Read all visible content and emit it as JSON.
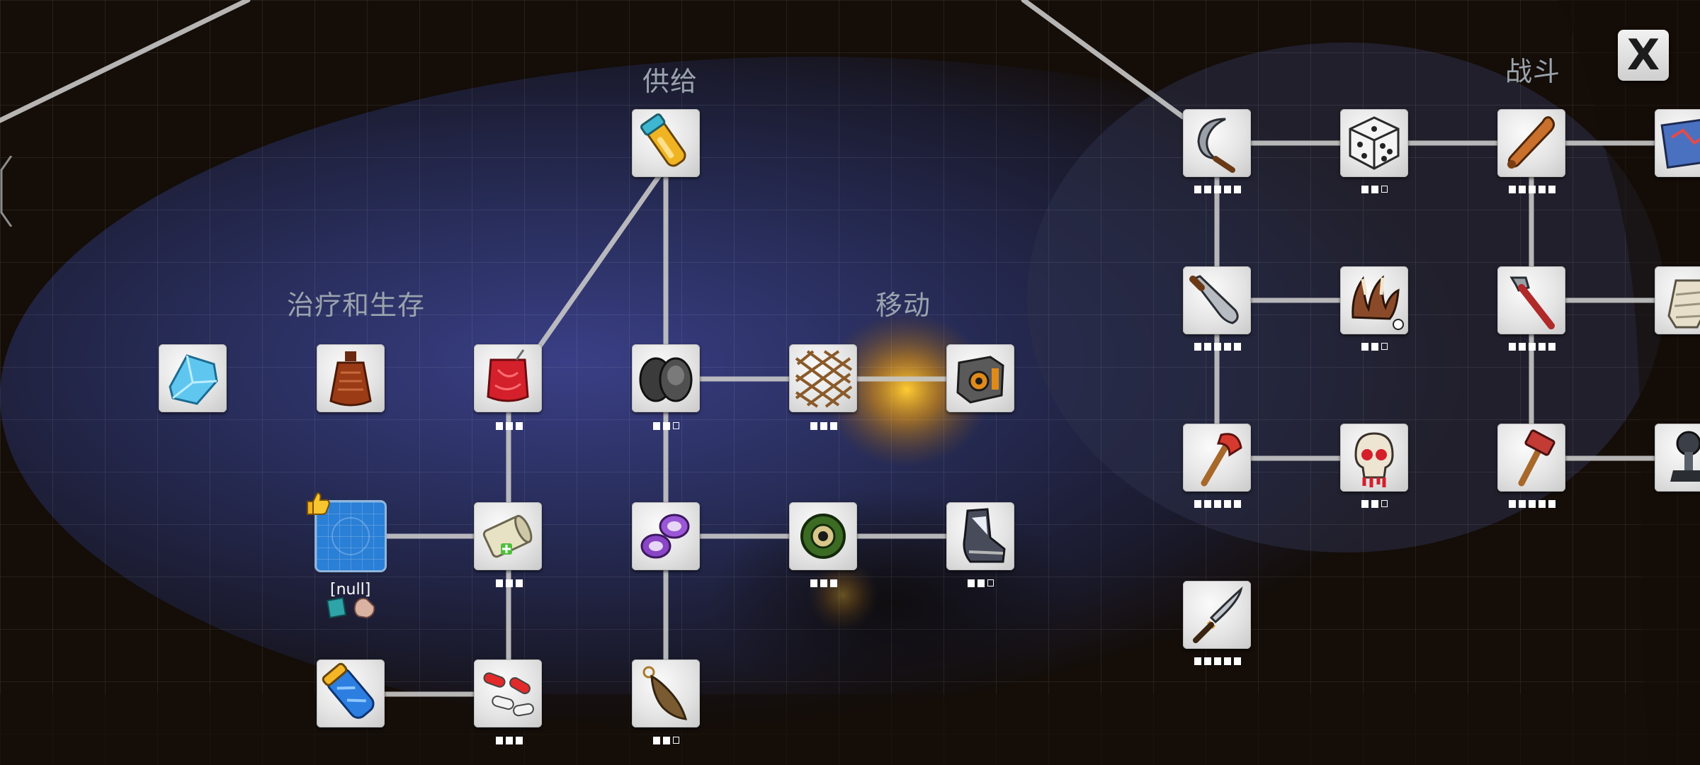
{
  "categories": {
    "supply": "供给",
    "healing": "治疗和生存",
    "movement": "移动",
    "combat": "战斗"
  },
  "close_label": "X",
  "selected_node_label": "[null]",
  "colors": {
    "background": "#140d08",
    "link": "#c8c8c8",
    "tile": "#e4e4e4",
    "selected": "#2a7fd6"
  },
  "nodes": [
    {
      "id": "pills-bottle",
      "icon": "pill-bottle-icon",
      "level": 0,
      "max": 0
    },
    {
      "id": "blue-crystal",
      "icon": "blue-crystal-icon",
      "level": 0,
      "max": 0
    },
    {
      "id": "hot-water-bottle",
      "icon": "hot-water-bottle-icon",
      "level": 0,
      "max": 0
    },
    {
      "id": "blood-bag",
      "icon": "blood-bag-icon",
      "level": 3,
      "max": 3
    },
    {
      "id": "knee-pads",
      "icon": "knee-pads-icon",
      "level": 2,
      "max": 3
    },
    {
      "id": "rope-net",
      "icon": "rope-net-icon",
      "level": 3,
      "max": 3
    },
    {
      "id": "speaker-box",
      "icon": "speaker-box-icon",
      "level": 0,
      "max": 0
    },
    {
      "id": "blueprint",
      "icon": "thumbs-up-icon",
      "level": 0,
      "max": 0
    },
    {
      "id": "bandage-roll",
      "icon": "bandage-roll-icon",
      "level": 3,
      "max": 3
    },
    {
      "id": "purple-cuffs",
      "icon": "cuffs-icon",
      "level": 0,
      "max": 0
    },
    {
      "id": "eye-wheel",
      "icon": "eye-wheel-icon",
      "level": 3,
      "max": 3
    },
    {
      "id": "boot",
      "icon": "boot-icon",
      "level": 2,
      "max": 3
    },
    {
      "id": "blue-canister",
      "icon": "blue-canister-icon",
      "level": 0,
      "max": 0
    },
    {
      "id": "capsules",
      "icon": "capsules-icon",
      "level": 3,
      "max": 3
    },
    {
      "id": "fur-tail",
      "icon": "fur-tail-icon",
      "level": 2,
      "max": 3
    },
    {
      "id": "sickle",
      "icon": "sickle-icon",
      "level": 5,
      "max": 5
    },
    {
      "id": "dice",
      "icon": "dice-icon",
      "level": 2,
      "max": 3
    },
    {
      "id": "baseball-bat",
      "icon": "bat-icon",
      "level": 5,
      "max": 5
    },
    {
      "id": "map-card",
      "icon": "map-icon",
      "level": 0,
      "max": 0
    },
    {
      "id": "machete",
      "icon": "machete-icon",
      "level": 5,
      "max": 5
    },
    {
      "id": "claw",
      "icon": "claw-icon",
      "level": 2,
      "max": 3
    },
    {
      "id": "pipe-wrench",
      "icon": "wrench-icon",
      "level": 5,
      "max": 5
    },
    {
      "id": "wrapped-fist",
      "icon": "fist-icon",
      "level": 0,
      "max": 0
    },
    {
      "id": "axe",
      "icon": "axe-icon",
      "level": 5,
      "max": 5
    },
    {
      "id": "skull",
      "icon": "skull-icon",
      "level": 2,
      "max": 3
    },
    {
      "id": "hammer",
      "icon": "hammer-icon",
      "level": 5,
      "max": 5
    },
    {
      "id": "gear-stick",
      "icon": "gear-stick-icon",
      "level": 0,
      "max": 0
    },
    {
      "id": "katana",
      "icon": "katana-icon",
      "level": 5,
      "max": 5
    }
  ]
}
